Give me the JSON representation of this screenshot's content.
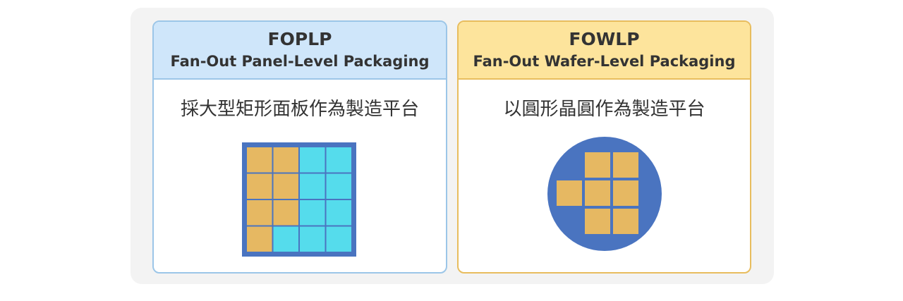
{
  "foplp": {
    "title": "FOPLP",
    "subtitle": "Fan-Out Panel-Level Packaging",
    "description": "採大型矩形面板作為製造平台",
    "panel_grid": {
      "rows": 4,
      "cols": 4,
      "cells": [
        [
          "die",
          "die",
          "empty",
          "empty"
        ],
        [
          "die",
          "die",
          "empty",
          "empty"
        ],
        [
          "die",
          "die",
          "empty",
          "empty"
        ],
        [
          "die",
          "empty",
          "empty",
          "empty"
        ]
      ]
    }
  },
  "fowlp": {
    "title": "FOWLP",
    "subtitle": "Fan-Out Wafer-Level Packaging",
    "description": "以圓形晶圓作為製造平台",
    "wafer_grid": {
      "rows": 3,
      "cols": 3,
      "cells": [
        [
          "none",
          "die",
          "die"
        ],
        [
          "die",
          "die",
          "die"
        ],
        [
          "none",
          "die",
          "die"
        ]
      ]
    }
  },
  "colors": {
    "die": "#e6b862",
    "empty_cell": "#55dcec",
    "substrate": "#4a74c0",
    "foplp_header_bg": "#cfe6fa",
    "foplp_border": "#9cc6e8",
    "fowlp_header_bg": "#fde49c",
    "fowlp_border": "#e8bd5e"
  }
}
